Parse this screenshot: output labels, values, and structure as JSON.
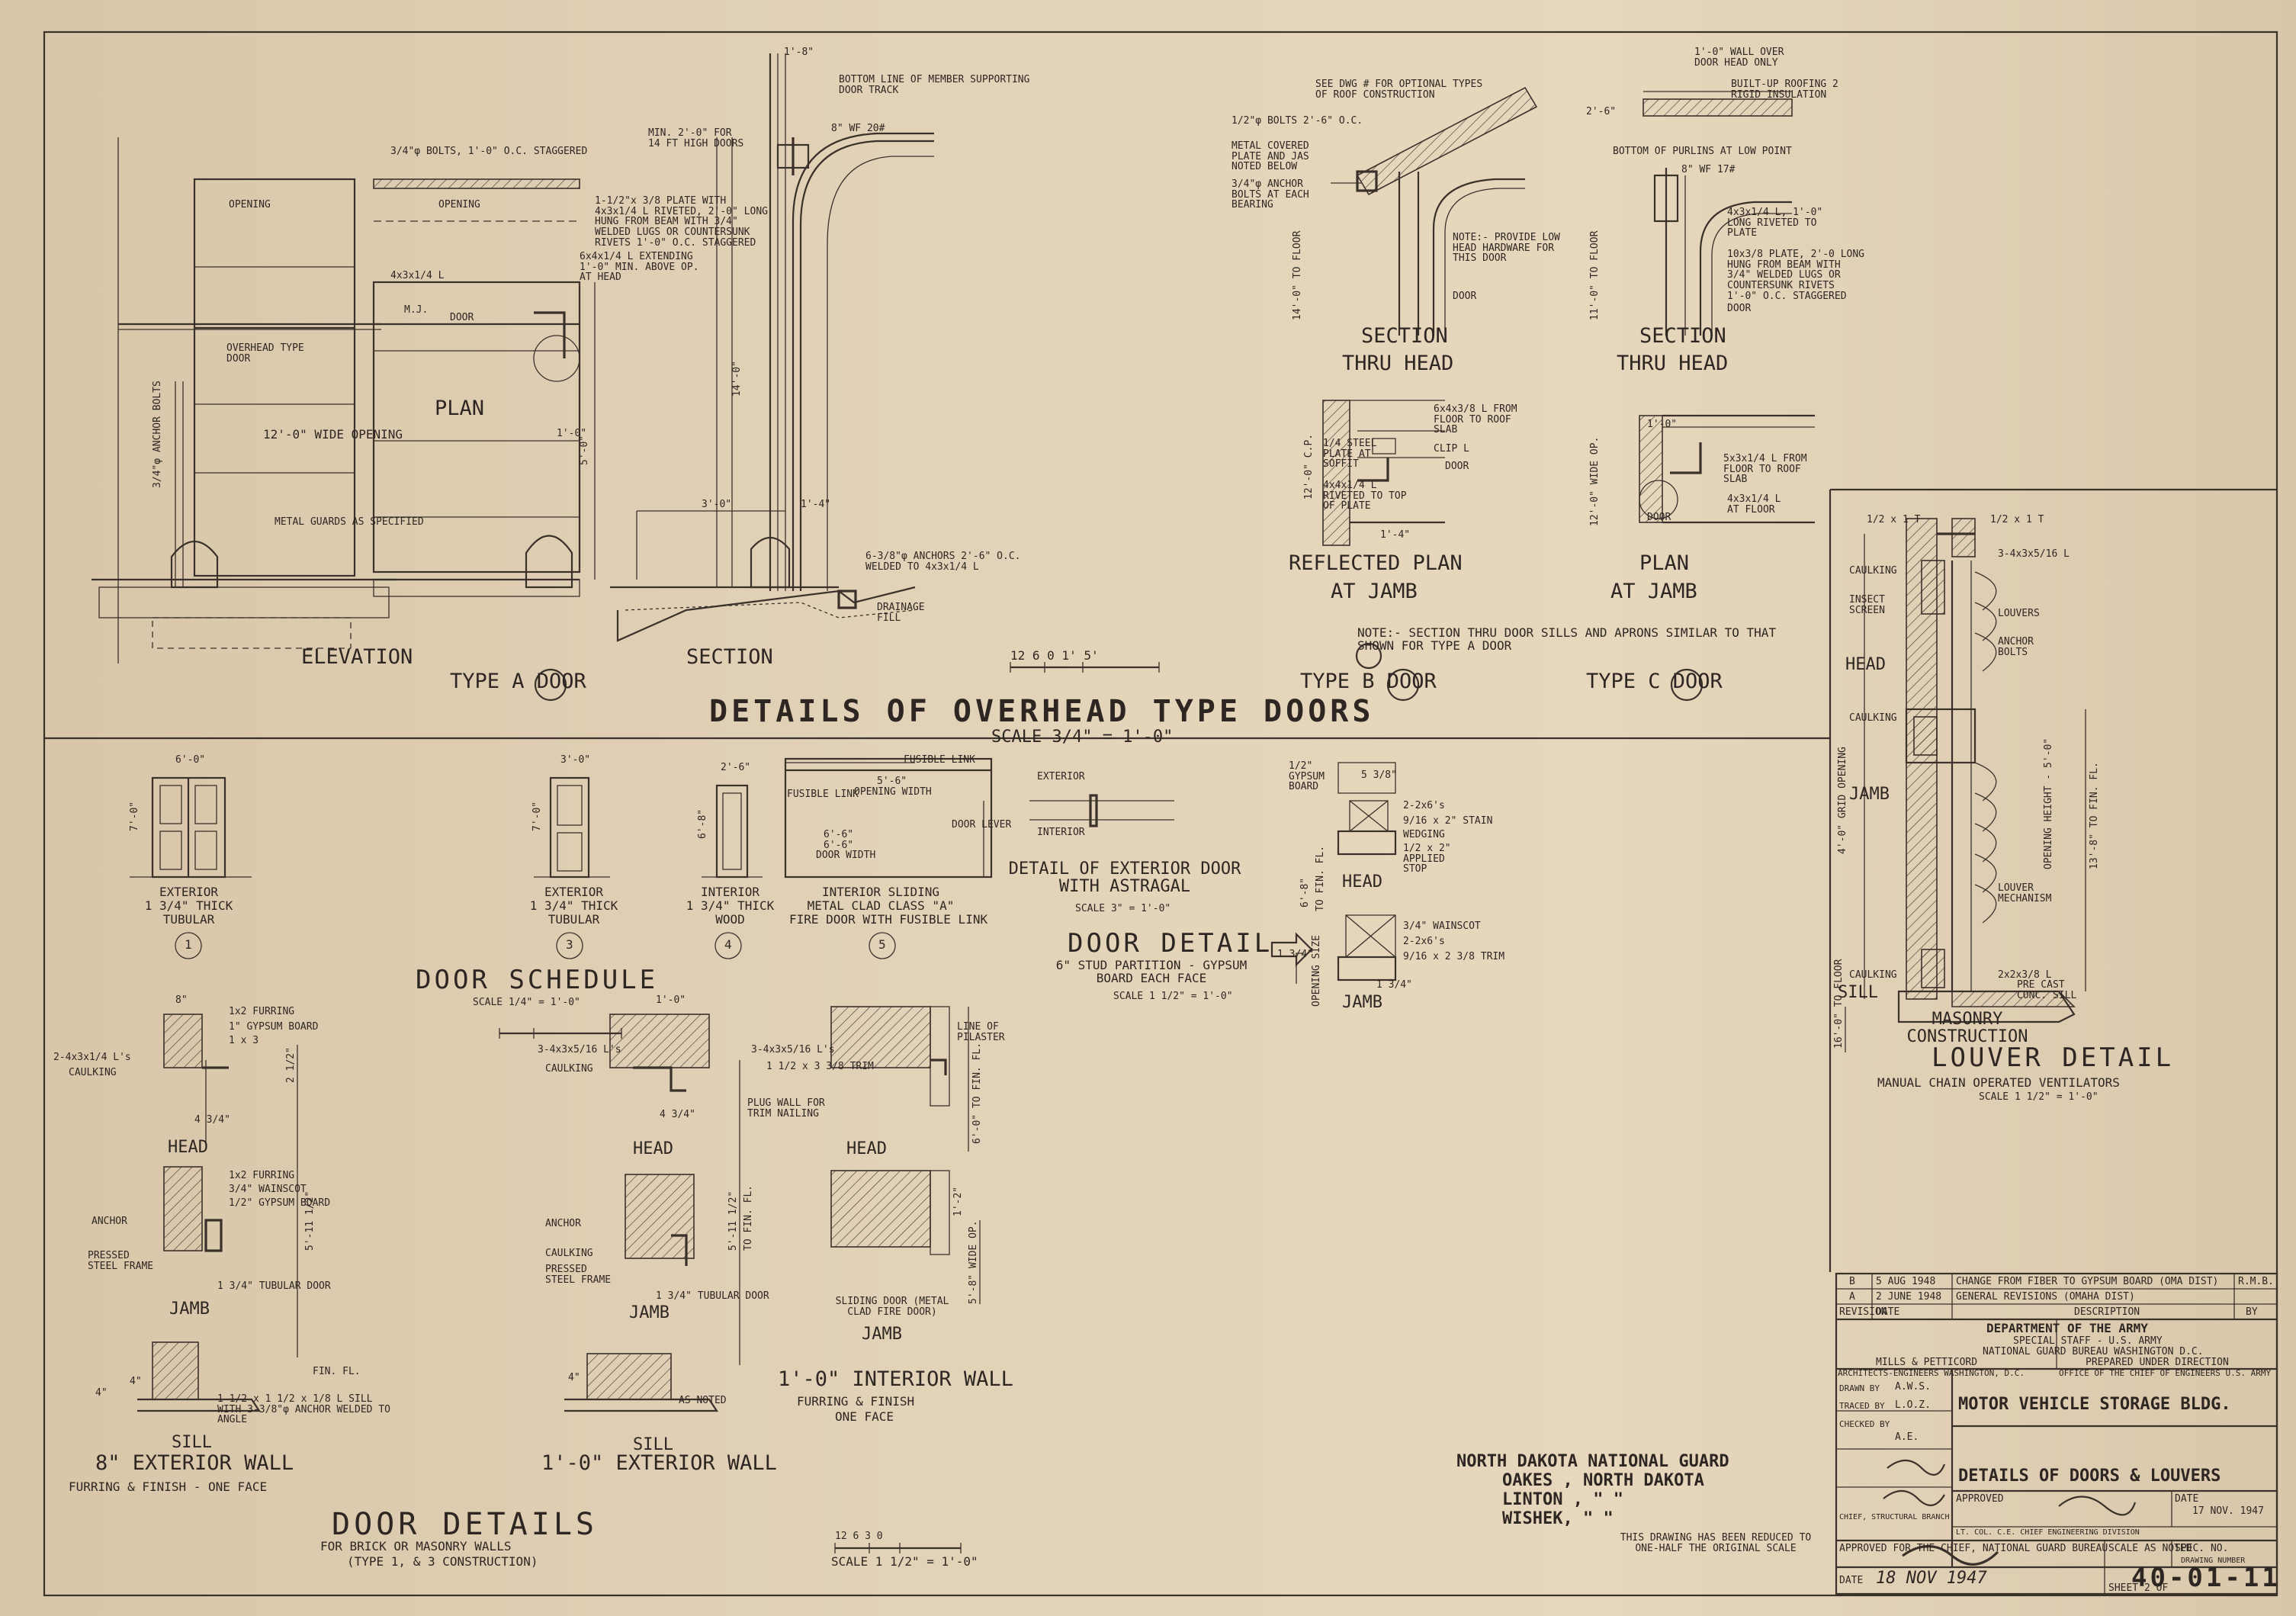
{
  "overhead_section": {
    "title": "DETAILS OF OVERHEAD TYPE DOORS",
    "scale": "SCALE 3/4\" = 1'-0\"",
    "type_a": {
      "label": "TYPE A DOOR",
      "elevation_label": "ELEVATION",
      "section_label": "SECTION",
      "plan_label": "PLAN",
      "notes": [
        "OPENING",
        "3/4\"φ BOLTS, 1'-0\" O.C. STAGGERED",
        "OPENING",
        "1-1/2\"x 3/8 PLATE WITH 4x3x1/4 L RIVETED, 2'-0\" LONG HUNG FROM BEAM WITH 3/4\" WELDED LUGS OR COUNTERSUNK RIVETS 1'-0\" O.C. STAGGERED",
        "6x4x1/4 L EXTENDING 1'-0\" MIN. ABOVE OP. AT HEAD",
        "4x3x1/4 L",
        "M.J.",
        "DOOR",
        "OVERHEAD TYPE DOOR",
        "12'-0\" WIDE OPENING",
        "1'-0\"",
        "METAL GUARDS AS SPECIFIED",
        "3/4\"φ ANCHOR BOLTS",
        "MIN. 2'-0\" FOR 14 FT HIGH DOORS",
        "BOTTOM LINE OF MEMBER SUPPORTING DOOR TRACK",
        "8\" WF 20#",
        "14'-0\"",
        "5'-0\"",
        "3'-0\"",
        "1'-4\"",
        "6-3/8\"φ ANCHORS 2'-6\" O.C. WELDED TO 4x3x1/4 L",
        "DRAINAGE FILL",
        "1'-8\""
      ]
    },
    "type_b": {
      "label": "TYPE B DOOR",
      "section_label": "SECTION",
      "section_sub": "THRU HEAD",
      "plan_label": "REFLECTED PLAN",
      "plan_sub": "AT JAMB",
      "notes": [
        "SEE DWG # FOR OPTIONAL TYPES OF ROOF CONSTRUCTION",
        "1/2\"φ BOLTS 2'-6\" O.C.",
        "METAL COVERED PLATE AND JAS NOTED BELOW",
        "3/4\"φ ANCHOR BOLTS AT EACH BEARING",
        "NOTE:- PROVIDE LOW HEAD HARDWARE FOR THIS DOOR",
        "DOOR",
        "14'-0\" TO FLOOR",
        "6x4x3/8 L FROM FLOOR TO ROOF SLAB",
        "1/4 STEEL PLATE AT SOFFIT",
        "CLIP L",
        "DOOR",
        "4x4x1/4 L RIVETED TO TOP OF PLATE",
        "12'-0\" C.P.",
        "1'-4\""
      ]
    },
    "type_c": {
      "label": "TYPE C DOOR",
      "section_label": "SECTION",
      "section_sub": "THRU HEAD",
      "plan_label": "PLAN",
      "plan_sub": "AT JAMB",
      "notes": [
        "1'-0\" WALL OVER DOOR HEAD ONLY",
        "BUILT-UP ROOFING 2 RIGID INSULATION",
        "2'-6\"",
        "BOTTOM OF PURLINS AT LOW POINT",
        "8\" WF 17#",
        "4x3x1/4 L, 1'-0\" LONG RIVETED TO PLATE",
        "10x3/8 PLATE, 2'-0 LONG HUNG FROM BEAM WITH 3/4\" WELDED LUGS OR COUNTERSUNK RIVETS 1'-0\" O.C. STAGGERED",
        "DOOR",
        "11'-0\" TO FLOOR",
        "5x3x1/4 L FROM FLOOR TO ROOF SLAB",
        "4x3x1/4 L AT FLOOR",
        "DOOR",
        "12'-0\" WIDE OP.",
        "1'-0\""
      ]
    },
    "note": "NOTE:- SECTION THRU DOOR SILLS AND APRONS SIMILAR TO THAT SHOWN FOR TYPE A DOOR",
    "bar_scale": "12  6  0    1'    5'"
  },
  "louver": {
    "title": "LOUVER DETAIL",
    "subtitle": "MANUAL CHAIN OPERATED VENTILATORS",
    "scale": "SCALE 1 1/2\" = 1'-0\"",
    "construction": "MASONRY CONSTRUCTION",
    "labels": {
      "head": "HEAD",
      "jamb": "JAMB",
      "sill": "SILL"
    },
    "notes": [
      "1/2 x 1 T",
      "1/2 x 1 T",
      "3-4x3x5/16 L",
      "CAULKING",
      "INSECT SCREEN",
      "LOUVERS",
      "ANCHOR BOLTS",
      "CAULKING",
      "4'-0\" GRID OPENING",
      "OPENING HEIGHT - 5'-0\"",
      "13'-8\" TO FIN. FL.",
      "LOUVER MECHANISM",
      "CAULKING",
      "2x2x3/8 L",
      "PRE CAST CONC. SILL",
      "16'-0\" TO FLOOR"
    ]
  },
  "door_schedule": {
    "title": "DOOR SCHEDULE",
    "scale": "SCALE 1/4\" = 1'-0\"",
    "doors": [
      {
        "num": "1",
        "width": "6'-0\"",
        "height": "7'-0\"",
        "desc": [
          "EXTERIOR",
          "1 3/4\" THICK",
          "TUBULAR"
        ]
      },
      {
        "num": "3",
        "width": "3'-0\"",
        "height": "7'-0\"",
        "desc": [
          "EXTERIOR",
          "1 3/4\" THICK",
          "TUBULAR"
        ]
      },
      {
        "num": "4",
        "width": "2'-6\"",
        "height": "6'-8\"",
        "desc": [
          "INTERIOR",
          "1 3/4\" THICK",
          "WOOD"
        ]
      },
      {
        "num": "5",
        "width": "6'-6\"",
        "height": "",
        "desc": [
          "INTERIOR SLIDING",
          "METAL CLAD CLASS \"A\"",
          "FIRE DOOR WITH FUSIBLE LINK"
        ]
      }
    ],
    "sliding_notes": [
      "FUSIBLE LINK",
      "FUSIBLE LINK",
      "5'-6\"",
      "OPENING WIDTH",
      "6'-6\"",
      "DOOR WIDTH",
      "DOOR LEVER",
      "EXTERIOR",
      "INTERIOR"
    ]
  },
  "astragal": {
    "title": "DETAIL OF EXTERIOR DOOR WITH ASTRAGAL",
    "scale": "SCALE 3\" = 1'-0\"",
    "exterior": "EXTERIOR",
    "interior": "INTERIOR"
  },
  "door_detail": {
    "title": "DOOR DETAIL",
    "sub": "6\" STUD PARTITION - GYPSUM BOARD EACH FACE",
    "scale": "SCALE 1 1/2\" = 1'-0\"",
    "labels": {
      "head": "HEAD",
      "jamb": "JAMB"
    },
    "notes": [
      "1/2\" GYPSUM BOARD",
      "5 3/8\"",
      "2-2x6's",
      "9/16 x 2\" STAIN",
      "WEDGING",
      "1/2 x 2\" APPLIED STOP",
      "6'-8\"",
      "TO FIN. FL.",
      "3/4\" WAINSCOT",
      "2-2x6's",
      "9/16 x 2 3/8 TRIM",
      "1 3/4\"",
      "OPENING SIZE",
      "1 3/4\""
    ]
  },
  "door_details": {
    "title": "DOOR DETAILS",
    "sub": "FOR BRICK OR MASONRY WALLS",
    "sub2": "(TYPE 1, & 3 CONSTRUCTION)",
    "scale": "SCALE 1 1/2\" = 1'-0\"",
    "bar_scale": "12  6  3  0",
    "wall_8": {
      "title": "8\" EXTERIOR WALL",
      "sub": "FURRING & FINISH - ONE FACE",
      "labels": [
        "HEAD",
        "JAMB",
        "SILL"
      ],
      "notes": [
        "8\"",
        "1x2 FURRING",
        "1\" GYPSUM BOARD",
        "1 x 3",
        "2-4x3x1/4 L's",
        "CAULKING",
        "4 3/4\"",
        "2 1/2\"",
        "1x2 FURRING",
        "3/4\" WAINSCOT",
        "1/2\" GYPSUM BOARD",
        "ANCHOR",
        "PRESSED STEEL FRAME",
        "1 3/4\" TUBULAR DOOR",
        "5'-11 1/2\"",
        "FIN. FL.",
        "1 1/2 x 1 1/2 x 1/8 L SILL WITH 3-3/8\"φ ANCHOR WELDED TO ANGLE",
        "4\"",
        "4\""
      ]
    },
    "wall_12": {
      "title": "1'-0\" EXTERIOR WALL",
      "labels": [
        "HEAD",
        "JAMB",
        "SILL"
      ],
      "notes": [
        "1'-0\"",
        "3-4x3x5/16 L's",
        "CAULKING",
        "4 3/4\"",
        "ANCHOR",
        "CAULKING",
        "PRESSED STEEL FRAME",
        "1 3/4\" TUBULAR DOOR",
        "AS NOTED",
        "5'-11 1/2\"",
        "TO FIN. FL.",
        "4\""
      ]
    },
    "interior": {
      "title": "1'-0\" INTERIOR WALL",
      "sub": "FURRING & FINISH",
      "sub2": "ONE FACE",
      "labels": [
        "HEAD",
        "JAMB"
      ],
      "notes": [
        "LINE OF PILASTER",
        "3-4x3x5/16 L's",
        "1 1/2 x 3 3/8 TRIM",
        "PLUG WALL FOR TRIM NAILING",
        "6'-0\" TO FIN. FL.",
        "1'-2\"",
        "SLIDING DOOR (METAL CLAD FIRE DOOR)",
        "5'-8\" WIDE OP."
      ]
    }
  },
  "agency": {
    "line1": "NORTH DAKOTA NATIONAL GUARD",
    "line2": "OAKES , NORTH DAKOTA",
    "line3": "LINTON ,   \"      \"",
    "line4": "WISHEK,    \"      \"",
    "reduction": "THIS DRAWING HAS BEEN REDUCED TO ONE-HALF THE ORIGINAL SCALE"
  },
  "title_block": {
    "revisions": [
      {
        "mark": "B",
        "date": "5 AUG 1948",
        "desc": "CHANGE FROM FIBER TO GYPSUM BOARD (OMA DIST)",
        "by": "R.M.B."
      },
      {
        "mark": "A",
        "date": "2 JUNE 1948",
        "desc": "GENERAL REVISIONS (OMAHA DIST)",
        "by": ""
      }
    ],
    "rev_headers": [
      "REVISION",
      "DATE",
      "DESCRIPTION",
      "BY"
    ],
    "dept": "DEPARTMENT OF THE ARMY",
    "staff": "SPECIAL STAFF - U.S. ARMY",
    "bureau": "NATIONAL GUARD BUREAU    WASHINGTON D.C.",
    "architects": "MILLS & PETTICORD",
    "architects2": "ARCHITECTS-ENGINEERS    WASHINGTON, D.C.",
    "prepared": "PREPARED UNDER DIRECTION",
    "prepared2": "OFFICE OF THE CHIEF OF ENGINEERS  U.S. ARMY",
    "drawn_by_label": "DRAWN BY",
    "drawn_by": "A.W.S.",
    "traced_by_label": "TRACED BY",
    "traced_by": "L.O.Z.",
    "checked_by_label": "CHECKED BY",
    "checked_by": "A.E.",
    "project": "MOTOR VEHICLE STORAGE BLDG.",
    "drawing_title": "DETAILS OF DOORS & LOUVERS",
    "approved_label": "APPROVED",
    "date_label": "DATE",
    "date": "17 NOV. 1947",
    "approved_for": "APPROVED FOR THE CHIEF, NATIONAL GUARD BUREAU",
    "scale_label": "SCALE AS NOTED",
    "spec_label": "SPEC. NO.",
    "drawing_number_label": "DRAWING NUMBER",
    "drawing_number": "40-01-11",
    "sheet": "SHEET 2 OF",
    "date2_label": "DATE",
    "date2": "18 NOV 1947",
    "chief_line": "CHIEF, STRUCTURAL BRANCH",
    "col_line": "LT. COL. C.E. CHIEF ENGINEERING DIVISION"
  }
}
